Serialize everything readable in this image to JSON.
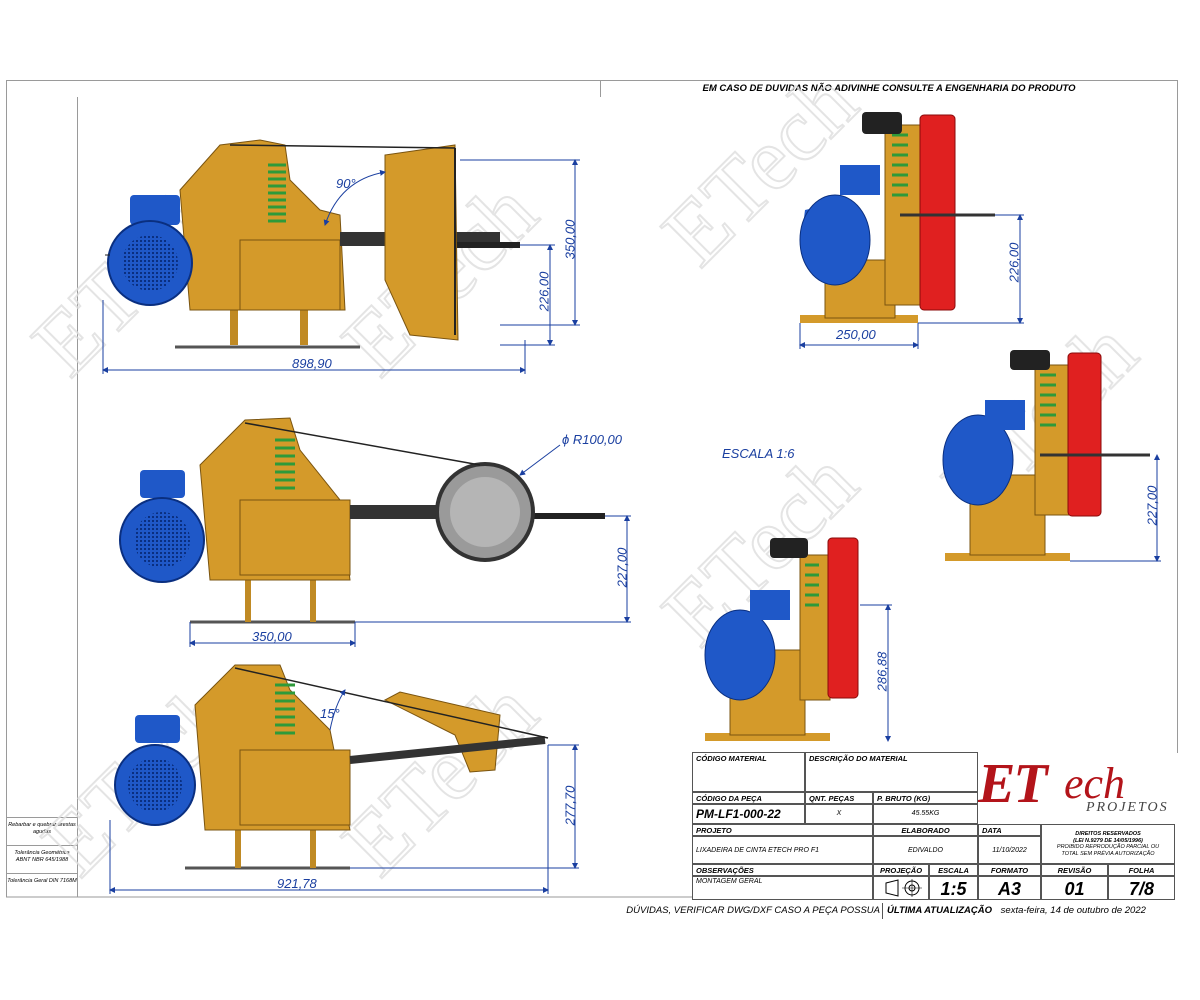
{
  "header": {
    "note": "EM CASO DE DUVIDAS NÃO ADIVINHE CONSULTE A ENGENHARIA DO PRODUTO"
  },
  "left_notes": {
    "rebarbar": "Rebarbar e quebrar arestas agudas",
    "tol_geo": "Tolerância Geométrica ABNT NBR 645/1988",
    "tol_geral": "Tolerância Geral DIN 7168M"
  },
  "dimensions": {
    "view1_length": "898,90",
    "view1_height": "350,00",
    "view1_sub": "226,00",
    "view1_angle": "90°",
    "side1_width": "250,00",
    "side1_height": "226,00",
    "view2_radius": "ϕ R100,00",
    "view2_length": "350,00",
    "view2_height": "227,00",
    "scale_note": "ESCALA 1:6",
    "side2_height": "227,00",
    "side3_height": "286,88",
    "view3_angle": "15°",
    "view3_length": "921,78",
    "view3_height": "277,70"
  },
  "title_block": {
    "codigo_material_label": "CÓDIGO MATERIAL",
    "descricao_label": "DESCRIÇÃO DO MATERIAL",
    "codigo_peca_label": "CÓDIGO DA PEÇA",
    "qnt_label": "QNT. PEÇAS",
    "peso_label": "P. BRUTO (KG)",
    "codigo_peca": "PM-LF1-000-22",
    "qnt": "X",
    "peso": "45.55KG",
    "projeto_label": "PROJETO",
    "elaborado_label": "ELABORADO",
    "data_label": "DATA",
    "projeto": "LIXADEIRA DE CINTA ETECH PRO F1",
    "elaborado": "EDIVALDO",
    "data": "11/10/2022",
    "direitos_1": "DIREITOS RESERVADOS",
    "direitos_2": "(LEI N.9279 DE 14/05/1996)",
    "direitos_3": "PROIBIDO REPRODUÇÃO PARCIAL OU",
    "direitos_4": "TOTAL SEM PRÉVIA AUTORIZAÇÃO",
    "observacoes_label": "OBSERVAÇÕES",
    "projecao_label": "PROJEÇÃO",
    "escala_label": "ESCALA",
    "formato_label": "FORMATO",
    "revisao_label": "REVISÃO",
    "folha_label": "FOLHA",
    "observacoes": "MONTAGEM GERAL",
    "escala": "1:5",
    "formato": "A3",
    "revisao": "01",
    "folha": "7/8"
  },
  "logo": {
    "et": "ET",
    "ech": "ech",
    "projetos": "PROJETOS"
  },
  "footer": {
    "duvidas": "DÚVIDAS, VERIFICAR DWG/DXF CASO A PEÇA POSSUA",
    "ultima_label": "ÚLTIMA ATUALIZAÇÃO",
    "ultima_value": "sexta-feira, 14 de outubro de 2022"
  },
  "colors": {
    "frame": "#d49a2a",
    "motor": "#1f58c8",
    "spring": "#2e9a3a",
    "wheel": "#d42020",
    "dim": "#1a3fa0",
    "logo": "#b3141a"
  }
}
